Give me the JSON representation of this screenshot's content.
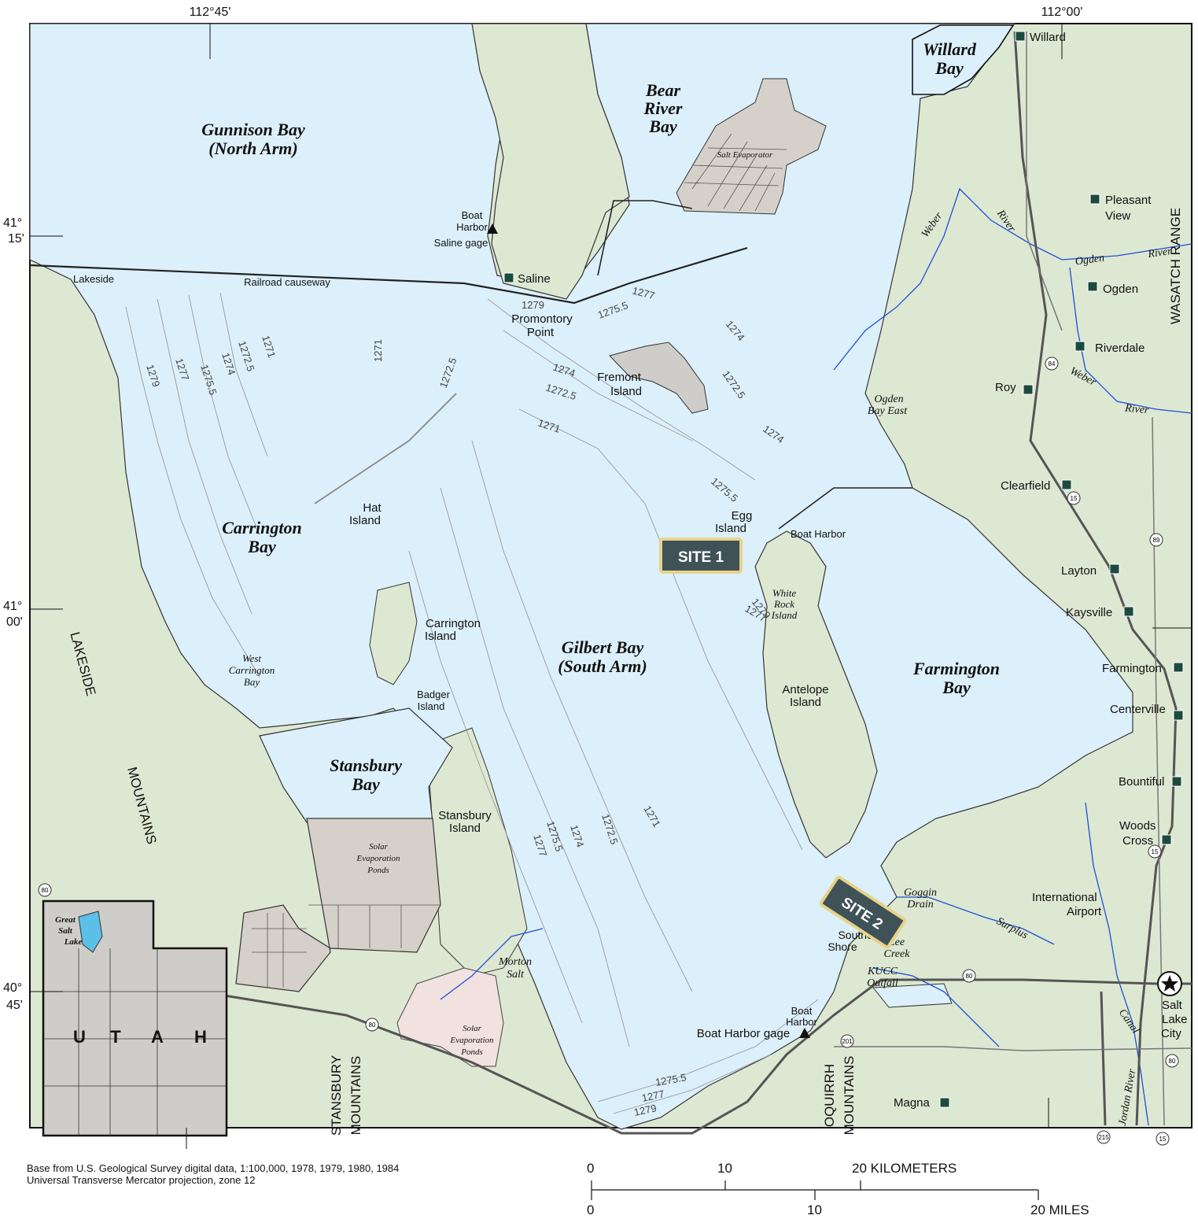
{
  "graticule": {
    "lon_west": "112°45'",
    "lon_east": "112°00'",
    "lat_north_deg": "41°",
    "lat_north_min": "15'",
    "lat_mid_deg": "41°",
    "lat_mid_min": "00'",
    "lat_south_deg": "40°",
    "lat_south_min": "45'"
  },
  "bays": {
    "gunnison_1": "Gunnison Bay",
    "gunnison_2": "(North Arm)",
    "bear_1": "Bear",
    "bear_2": "River",
    "bear_3": "Bay",
    "willard_1": "Willard",
    "willard_2": "Bay",
    "carrington_1": "Carrington",
    "carrington_2": "Bay",
    "gilbert_1": "Gilbert Bay",
    "gilbert_2": "(South Arm)",
    "farmington_1": "Farmington",
    "farmington_2": "Bay",
    "stansbury_1": "Stansbury",
    "stansbury_2": "Bay"
  },
  "places": {
    "willard": "Willard",
    "pleasant_1": "Pleasant",
    "pleasant_2": "View",
    "ogden": "Ogden",
    "riverdale": "Riverdale",
    "roy": "Roy",
    "clearfield": "Clearfield",
    "layton": "Layton",
    "kaysville": "Kaysville",
    "farmington": "Farmington",
    "centerville": "Centerville",
    "bountiful": "Bountiful",
    "woods_1": "Woods",
    "woods_2": "Cross",
    "magna": "Magna",
    "slc_1": "Salt",
    "slc_2": "Lake",
    "slc_3": "City",
    "saline": "Saline",
    "lakeside": "Lakeside",
    "airport_1": "International",
    "airport_2": "Airport"
  },
  "features": {
    "boat_harbor_n_1": "Boat",
    "boat_harbor_n_2": "Harbor",
    "saline_gage": "Saline gage",
    "causeway": "Railroad causeway",
    "promontory_1": "Promontory",
    "promontory_2": "Point",
    "fremont_1": "Fremont",
    "fremont_2": "Island",
    "egg_1": "Egg",
    "egg_2": "Island",
    "boat_harbor_e": "Boat Harbor",
    "hat_1": "Hat",
    "hat_2": "Island",
    "carr_isl_1": "Carrington",
    "carr_isl_2": "Island",
    "badger_1": "Badger",
    "badger_2": "Island",
    "antelope_1": "Antelope",
    "antelope_2": "Island",
    "stansbury_isl_1": "Stansbury",
    "stansbury_isl_2": "Island",
    "southeast_1": "Southeast",
    "southeast_2": "Shore",
    "boat_harbor_s_1": "Boat",
    "boat_harbor_s_2": "Harbor",
    "boat_harbor_gage": "Boat Harbor gage",
    "salt_evaporator": "Salt  Evaporator",
    "solar_1_a": "Solar",
    "solar_1_b": "Evaporation",
    "solar_1_c": "Ponds",
    "solar_2_a": "Solar",
    "solar_2_b": "Evaporation",
    "solar_2_c": "Ponds",
    "white_rock_1": "White",
    "white_rock_2": "Rock",
    "white_rock_3": "Island",
    "west_carr_1": "West",
    "west_carr_2": "Carrington",
    "west_carr_3": "Bay",
    "ogden_bay_1": "Ogden",
    "ogden_bay_2": "Bay East",
    "morton_1": "Morton",
    "morton_2": "Salt",
    "goggin_1": "Goggin",
    "goggin_2": "Drain",
    "lee_1": "Lee",
    "lee_2": "Creek",
    "kucc_1": "KUCC",
    "kucc_2": "Outfall",
    "great_salt_1": "Great",
    "great_salt_2": "Salt",
    "great_salt_3": "Lake"
  },
  "rivers": {
    "weber_1": "Weber",
    "weber_2": "River",
    "ogden_r": "Ogden",
    "ogden_r2": "River",
    "weber_s": "Weber",
    "weber_s2": "River",
    "surplus": "Surplus",
    "canal": "Canal",
    "jordan": "Jordan River"
  },
  "mountains": {
    "lakeside": "LAKESIDE",
    "lakeside_mtns": "MOUNTAINS",
    "wasatch": "WASATCH RANGE",
    "stansbury_1": "STANSBURY",
    "stansbury_2": "MOUNTAINS",
    "oquirrh_1": "OQUIRRH",
    "oquirrh_2": "MOUNTAINS"
  },
  "sites": {
    "site1": "SITE 1",
    "site2": "SITE 2"
  },
  "utah": {
    "u": "U",
    "t": "T",
    "a": "A",
    "h": "H"
  },
  "highways": {
    "i80": "80",
    "i15": "15",
    "i84": "84",
    "us89": "89",
    "i215": "215",
    "sr201": "201"
  },
  "contours": {
    "c1279": "1279",
    "c1277": "1277",
    "c1275_5": "1275.5",
    "c1274": "1274",
    "c1272_5": "1272.5",
    "c1271": "1271"
  },
  "footer": {
    "line1": "Base from U.S. Geological Survey digital data, 1:100,000, 1978, 1979, 1980, 1984",
    "line2": "Universal Transverse Mercator projection, zone 12"
  },
  "scale": {
    "km_0": "0",
    "km_10": "10",
    "km_20": "20 KILOMETERS",
    "mi_0": "0",
    "mi_10": "10",
    "mi_20": "20 MILES"
  },
  "colors": {
    "water": "#dcf0fb",
    "land": "#dde8d3",
    "pond": "#d6d0ca",
    "pond_pink": "#f1e2e0",
    "river": "#1f4fd6",
    "site_bg": "#3f5257",
    "site_border": "#e7d28a",
    "marker": "#1d4a3f"
  }
}
